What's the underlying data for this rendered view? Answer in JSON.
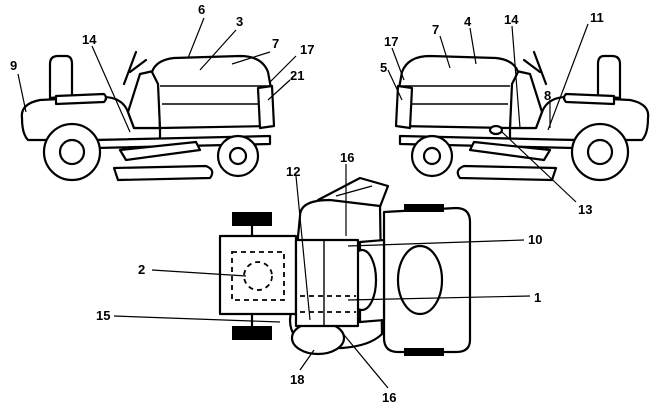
{
  "diagram": {
    "left_view": {
      "callouts": [
        "9",
        "14",
        "6",
        "3",
        "7",
        "17",
        "21"
      ]
    },
    "right_view": {
      "callouts": [
        "17",
        "5",
        "7",
        "4",
        "14",
        "11",
        "8",
        "13"
      ]
    },
    "top_view": {
      "callouts": [
        "16",
        "12",
        "10",
        "2",
        "1",
        "15",
        "18",
        "16"
      ]
    }
  }
}
